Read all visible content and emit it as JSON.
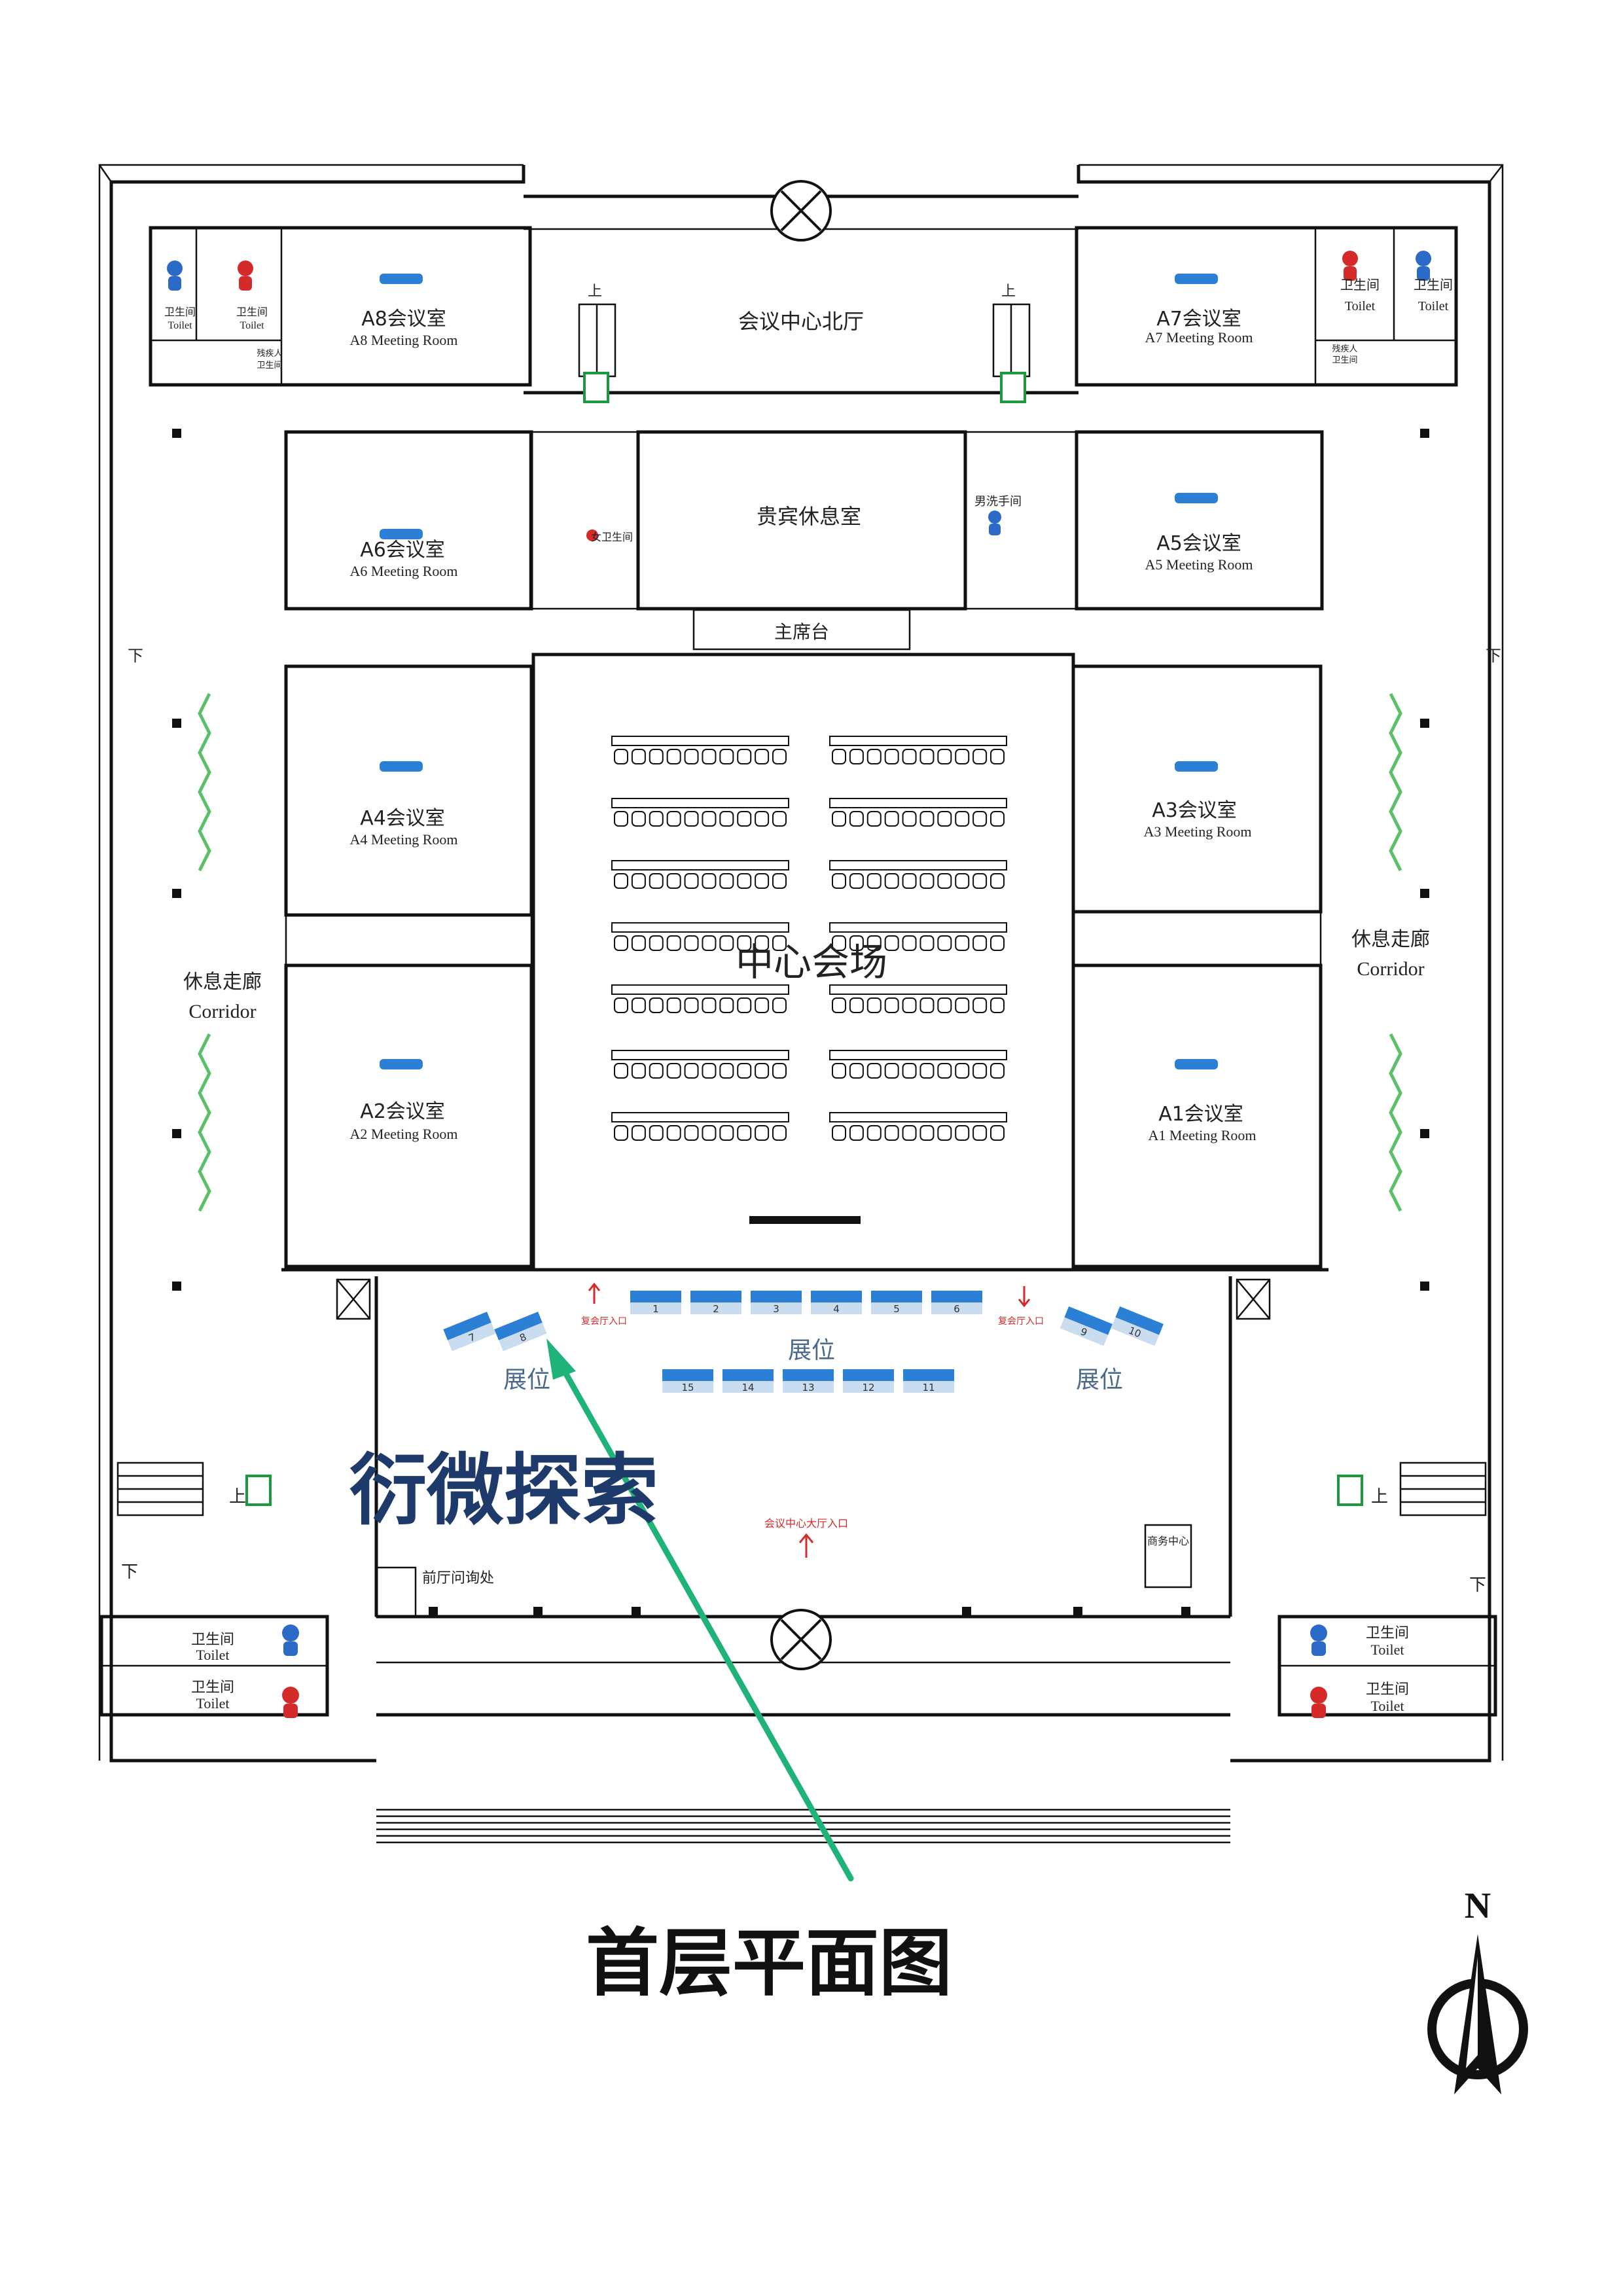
{
  "title": "首层平面图",
  "compass": {
    "label": "N"
  },
  "brand": "衍微探索",
  "rooms": {
    "north_hall": "会议中心北厅",
    "vip_lounge": "贵宾休息室",
    "rostrum": "主席台",
    "main_hall": "中心会场",
    "men_washroom": "男洗手间",
    "women_washroom": "女卫生间",
    "front_desk": "前厅问询处",
    "business_center": "商务中心",
    "a1": {
      "cn": "A1会议室",
      "en": "A1 Meeting Room"
    },
    "a2": {
      "cn": "A2会议室",
      "en": "A2 Meeting Room"
    },
    "a3": {
      "cn": "A3会议室",
      "en": "A3 Meeting Room"
    },
    "a4": {
      "cn": "A4会议室",
      "en": "A4 Meeting Room"
    },
    "a5": {
      "cn": "A5会议室",
      "en": "A5 Meeting Room"
    },
    "a6": {
      "cn": "A6会议室",
      "en": "A6 Meeting Room"
    },
    "a7": {
      "cn": "A7会议室",
      "en": "A7 Meeting Room"
    },
    "a8": {
      "cn": "A8会议室",
      "en": "A8 Meeting Room"
    }
  },
  "corridor": {
    "cn": "休息走廊",
    "en": "Corridor"
  },
  "toilet": {
    "cn": "卫生间",
    "en": "Toilet"
  },
  "accessible_toilet": {
    "line1": "残疾人",
    "line2": "卫生间"
  },
  "stairs": {
    "up": "上",
    "down": "下"
  },
  "booths": {
    "label": "展位",
    "top_row": [
      "1",
      "2",
      "3",
      "4",
      "5",
      "6"
    ],
    "bottom_row": [
      "15",
      "14",
      "13",
      "12",
      "11"
    ],
    "left_pair": [
      "7",
      "8"
    ],
    "right_pair": [
      "9",
      "10"
    ]
  },
  "entrances": {
    "left": "复会厅入口",
    "right": "复会厅入口",
    "main": "会议中心大厅入口"
  },
  "colors": {
    "booth_blue": "#2b7fd4",
    "booth_light": "#c9dcf0",
    "arrow_green": "#1fb37a",
    "brand_navy": "#1d3a6b",
    "exit_green": "#1a9a3c",
    "entrance_red": "#d42a2a"
  }
}
